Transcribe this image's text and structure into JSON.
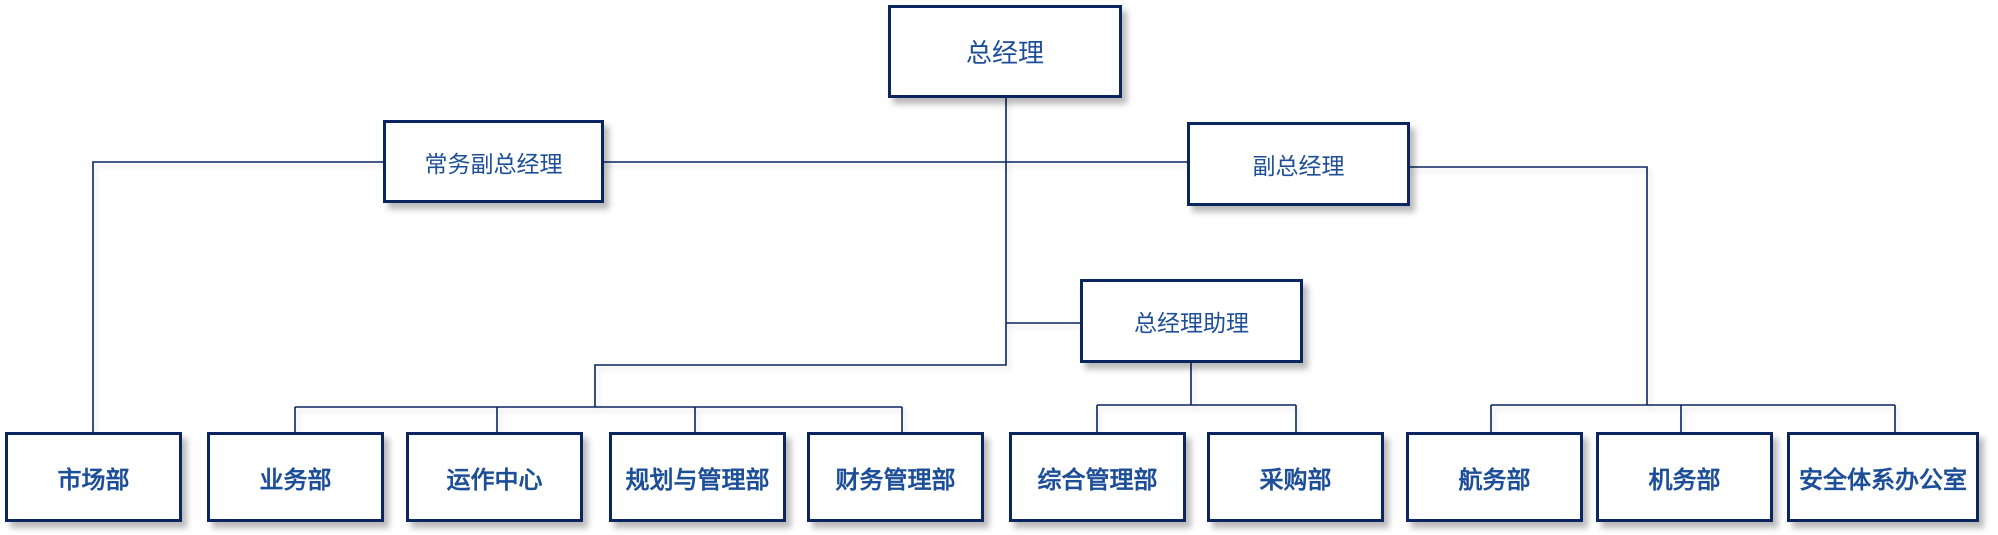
{
  "org_chart": {
    "colors": {
      "border": "#0b2560",
      "line": "#0b2560",
      "text": "#1d4e98",
      "background": "#ffffff"
    },
    "root": {
      "id": "gm",
      "label": "总经理"
    },
    "executives": [
      {
        "id": "evp",
        "label": "常务副总经理",
        "reports_to": "gm"
      },
      {
        "id": "vp",
        "label": "副总经理",
        "reports_to": "gm"
      },
      {
        "id": "agm",
        "label": "总经理助理",
        "reports_to": "gm"
      }
    ],
    "departments": [
      {
        "id": "d0",
        "label": "市场部",
        "reports_to": "evp"
      },
      {
        "id": "d1",
        "label": "业务部",
        "reports_to": "gm"
      },
      {
        "id": "d2",
        "label": "运作中心",
        "reports_to": "gm"
      },
      {
        "id": "d3",
        "label": "规划与管理部",
        "reports_to": "gm"
      },
      {
        "id": "d4",
        "label": "财务管理部",
        "reports_to": "gm"
      },
      {
        "id": "d5",
        "label": "综合管理部",
        "reports_to": "agm"
      },
      {
        "id": "d6",
        "label": "采购部",
        "reports_to": "agm"
      },
      {
        "id": "d7",
        "label": "航务部",
        "reports_to": "vp"
      },
      {
        "id": "d8",
        "label": "机务部",
        "reports_to": "vp"
      },
      {
        "id": "d9",
        "label": "安全体系办公室",
        "reports_to": "vp"
      }
    ]
  }
}
